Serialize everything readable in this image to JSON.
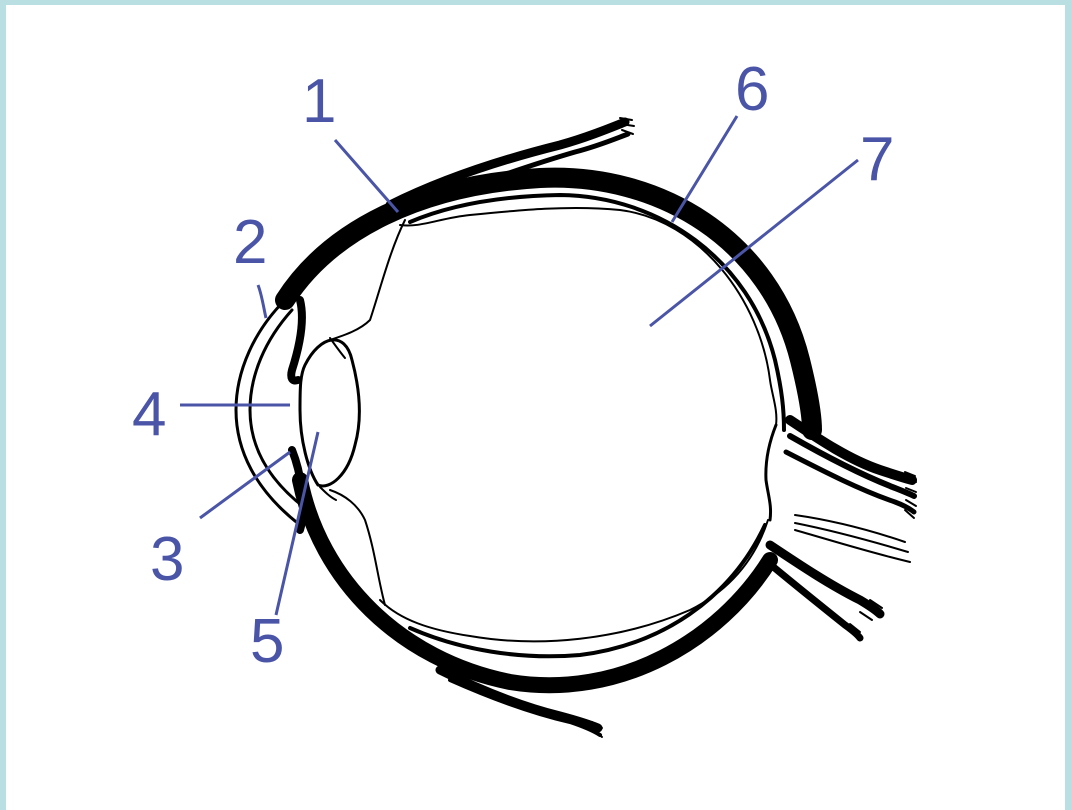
{
  "colors": {
    "background": "#b9dfe3",
    "page": "#ffffff",
    "drawing": "#000000",
    "labels": "#4a55a8"
  },
  "labels": [
    {
      "id": "1",
      "text": "1"
    },
    {
      "id": "2",
      "text": "2"
    },
    {
      "id": "3",
      "text": "3"
    },
    {
      "id": "4",
      "text": "4"
    },
    {
      "id": "5",
      "text": "5"
    },
    {
      "id": "6",
      "text": "6"
    },
    {
      "id": "7",
      "text": "7"
    }
  ]
}
